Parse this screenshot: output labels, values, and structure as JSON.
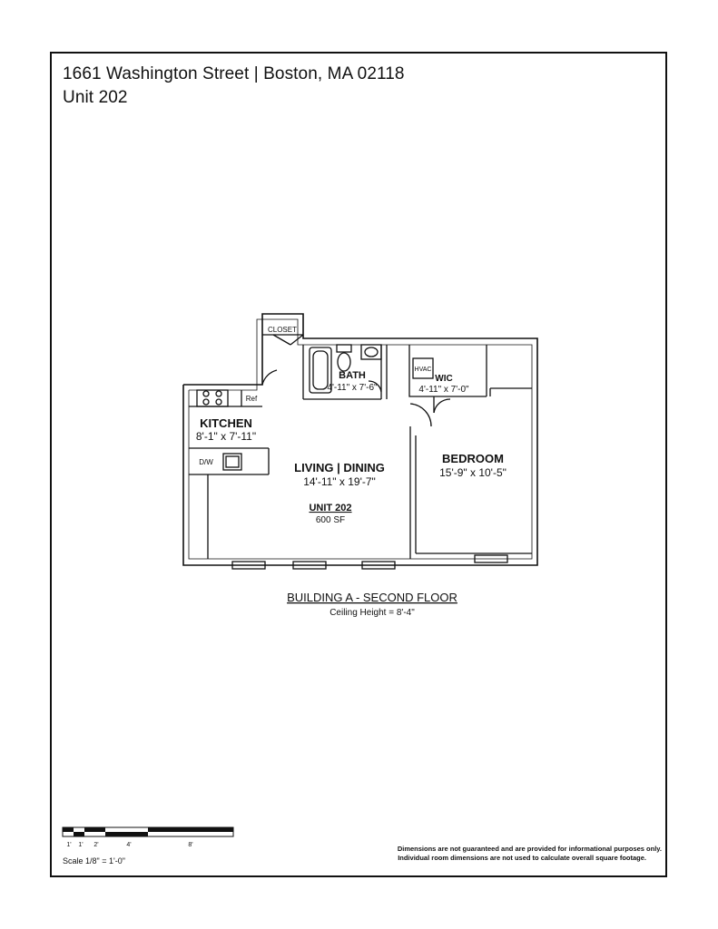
{
  "header": {
    "address": "1661 Washington Street | Boston, MA 02118",
    "unit": "Unit 202"
  },
  "rooms": {
    "closet": "CLOSET",
    "bath": {
      "name": "BATH",
      "dims": "4'-11\" x 7'-6\""
    },
    "hvac": "HVAC",
    "wic": {
      "name": "WIC",
      "dims": "4'-11\" x 7'-0\""
    },
    "ref": "Ref",
    "kitchen": {
      "name": "KITCHEN",
      "dims": "8'-1\" x 7'-11\""
    },
    "dw": "D/W",
    "living": {
      "name": "LIVING | DINING",
      "dims": "14'-11\" x 19'-7\""
    },
    "bedroom": {
      "name": "BEDROOM",
      "dims": "15'-9\" x 10'-5\""
    }
  },
  "unit_summary": {
    "name": "UNIT 202",
    "area": "600 SF"
  },
  "floor": {
    "title": "BUILDING A - SECOND FLOOR",
    "ceiling": "Ceiling Height = 8'-4\""
  },
  "scale": {
    "ticks": [
      "1'",
      "1'",
      "2'",
      "4'",
      "8'"
    ],
    "label": "Scale  1/8\" = 1'-0\""
  },
  "disclaimer": {
    "line1": "Dimensions are not guaranteed and are provided for informational purposes only.",
    "line2": "Individual room dimensions are not used to calculate overall square footage."
  }
}
